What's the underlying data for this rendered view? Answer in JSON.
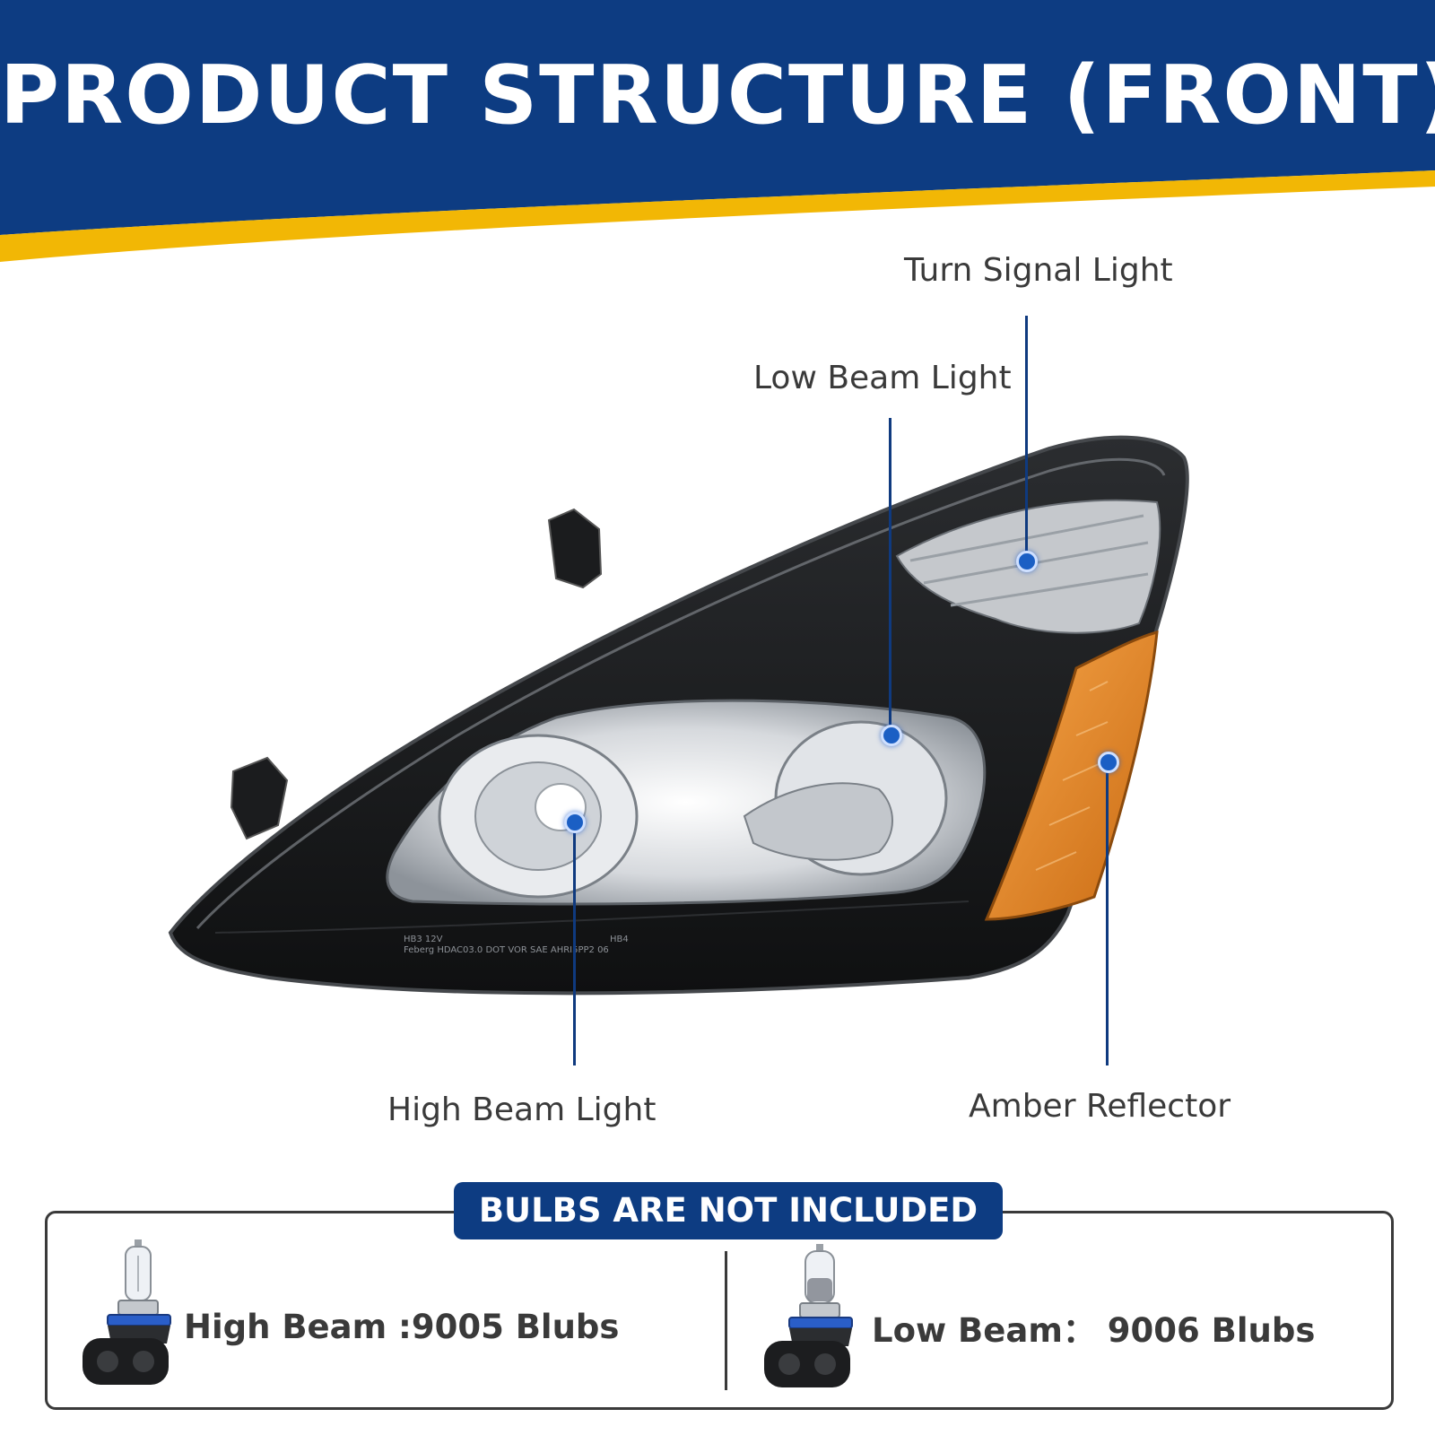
{
  "banner": {
    "title": "PRODUCT STRUCTURE (FRONT)",
    "bg_color": "#0d3c82",
    "accent_color": "#f2b705"
  },
  "product": {
    "image": "headlight-icon",
    "lens_text_line1": "HB3 12V",
    "lens_text_line2": "Feberg HDAC03.0 DOT VOR SAE AHRI5PP2 06",
    "lens_text_line3": "HB4"
  },
  "callouts": {
    "turn_signal": "Turn Signal Light",
    "low_beam": "Low Beam Light",
    "high_beam": "High Beam Light",
    "amber_reflector": "Amber Reflector"
  },
  "bulbs": {
    "heading": "BULBS ARE NOT INCLUDED",
    "high_beam": "High Beam :9005 Blubs",
    "low_beam": "Low Beam： 9006 Blubs"
  }
}
